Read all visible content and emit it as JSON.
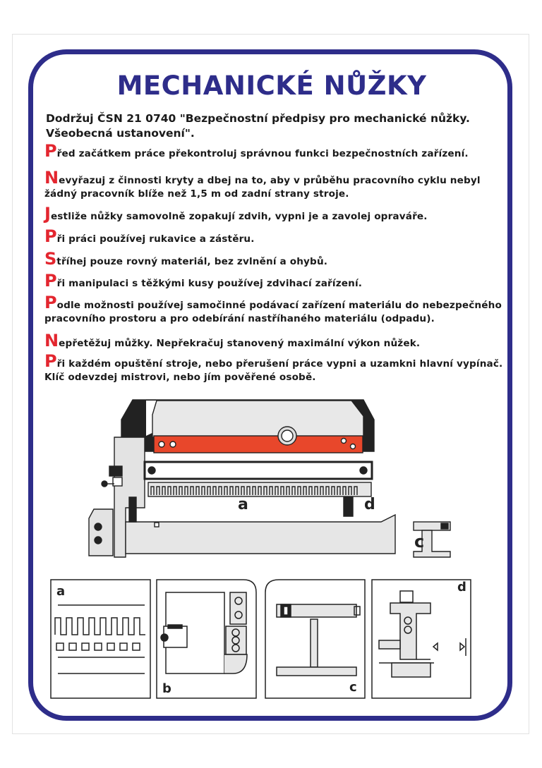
{
  "title": "MECHANICKÉ NŮŽKY",
  "intro": "Dodržuj ČSN 21 0740 \"Bezpečnostní předpisy pro mechanické nůžky. Všeobecná ustanovení\".",
  "rules": [
    {
      "first": "P",
      "rest": "řed začátkem práce překontroluj správnou funkci bezpečnostních zařízení."
    },
    {
      "first": "N",
      "rest": "evyřazuj z činnosti kryty a dbej na to, aby v průběhu pracovního cyklu nebyl žádný pracovník blíže než 1,5 m od zadní strany stroje."
    },
    {
      "first": "J",
      "rest": "estliže nůžky samovolně zopakují zdvih, vypni je a zavolej opraváře."
    },
    {
      "first": "P",
      "rest": "ři práci používej rukavice a zástěru."
    },
    {
      "first": "S",
      "rest": "tříhej pouze rovný materiál, bez zvlnění a ohybů."
    },
    {
      "first": "P",
      "rest": "ři manipulaci s těžkými kusy používej zdvihací zařízení."
    },
    {
      "first": "P",
      "rest": "odle možnosti používej samočinné podávací zařízení materiálu do nebezpečného pracovního prostoru a pro odebírání nastříhaného materiálu (odpadu)."
    },
    {
      "first": "N",
      "rest": "epřetěžuj můžky. Nepřekračuj stanovený maximální výkon nůžek."
    },
    {
      "first": "P",
      "rest": "ři každém opuštění stroje, nebo přerušení práce vypni a uzamkni hlavní vypínač. Klíč odevzdej mistrovi, nebo jím pověřené osobě."
    }
  ],
  "labels": {
    "a": "a",
    "b": "b",
    "c": "c",
    "d": "d"
  },
  "colors": {
    "frame": "#2e2d8a",
    "accent": "#e3262f",
    "blade": "#e8472b"
  }
}
